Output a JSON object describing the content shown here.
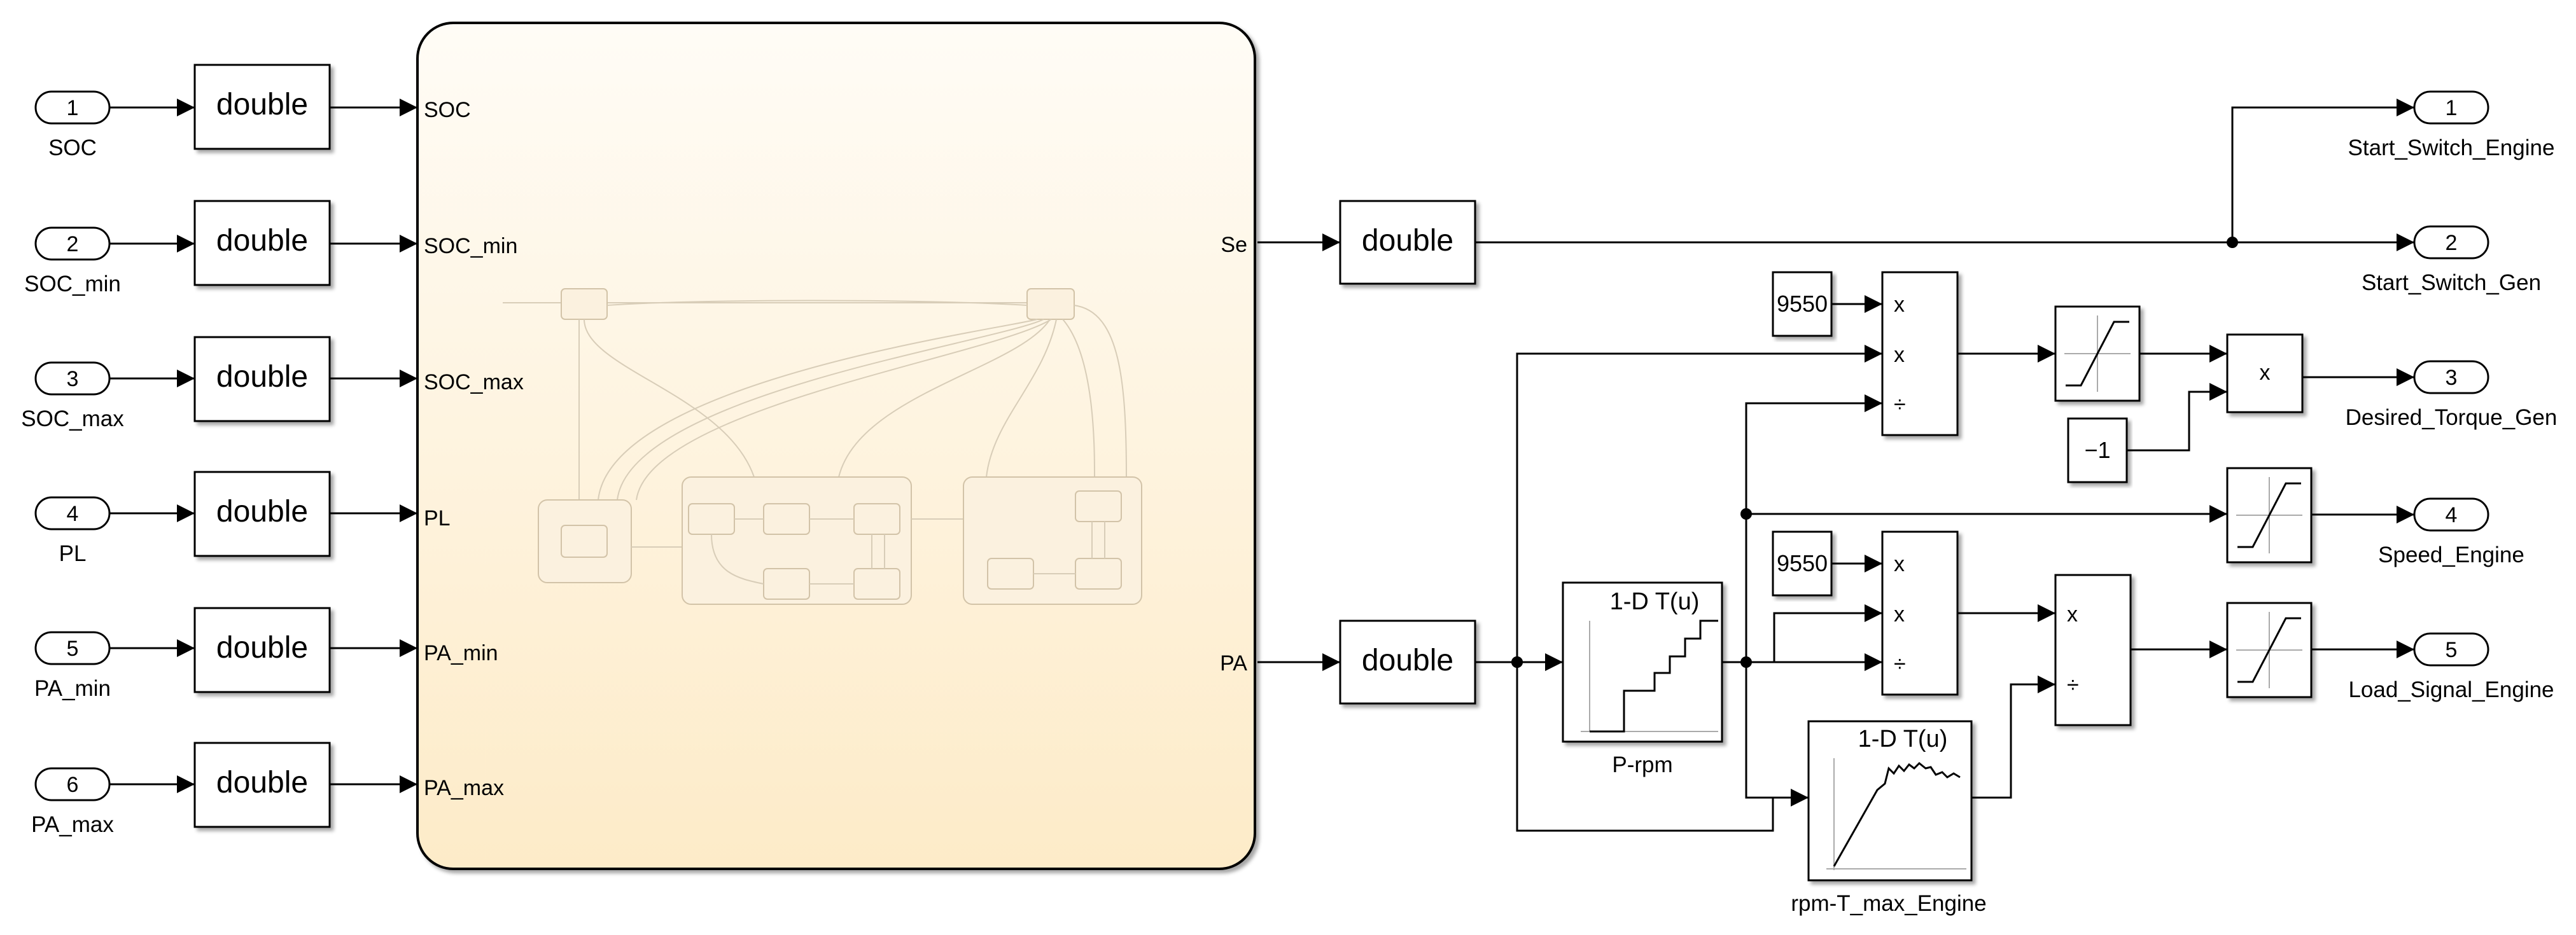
{
  "inports": [
    {
      "num": "1",
      "label": "SOC"
    },
    {
      "num": "2",
      "label": "SOC_min"
    },
    {
      "num": "3",
      "label": "SOC_max"
    },
    {
      "num": "4",
      "label": "PL"
    },
    {
      "num": "5",
      "label": "PA_min"
    },
    {
      "num": "6",
      "label": "PA_max"
    }
  ],
  "convert_label": "double",
  "chart": {
    "inputs": [
      "SOC",
      "SOC_min",
      "SOC_max",
      "PL",
      "PA_min",
      "PA_max"
    ],
    "outputs": [
      "Se",
      "PA"
    ]
  },
  "constants": {
    "c1": "9550",
    "c2": "9550",
    "neg": "−1"
  },
  "product_ops": {
    "mul": "x",
    "div": "÷"
  },
  "lookup": {
    "p_rpm": {
      "title": "1-D T(u)",
      "label": "P-rpm"
    },
    "rpm_t": {
      "title": "1-D T(u)",
      "label": "rpm-T_max_Engine"
    }
  },
  "outports": [
    {
      "num": "1",
      "label": "Start_Switch_Engine"
    },
    {
      "num": "2",
      "label": "Start_Switch_Gen"
    },
    {
      "num": "3",
      "label": "Desired_Torque_Gen"
    },
    {
      "num": "4",
      "label": "Speed_Engine"
    },
    {
      "num": "5",
      "label": "Load_Signal_Engine"
    }
  ]
}
